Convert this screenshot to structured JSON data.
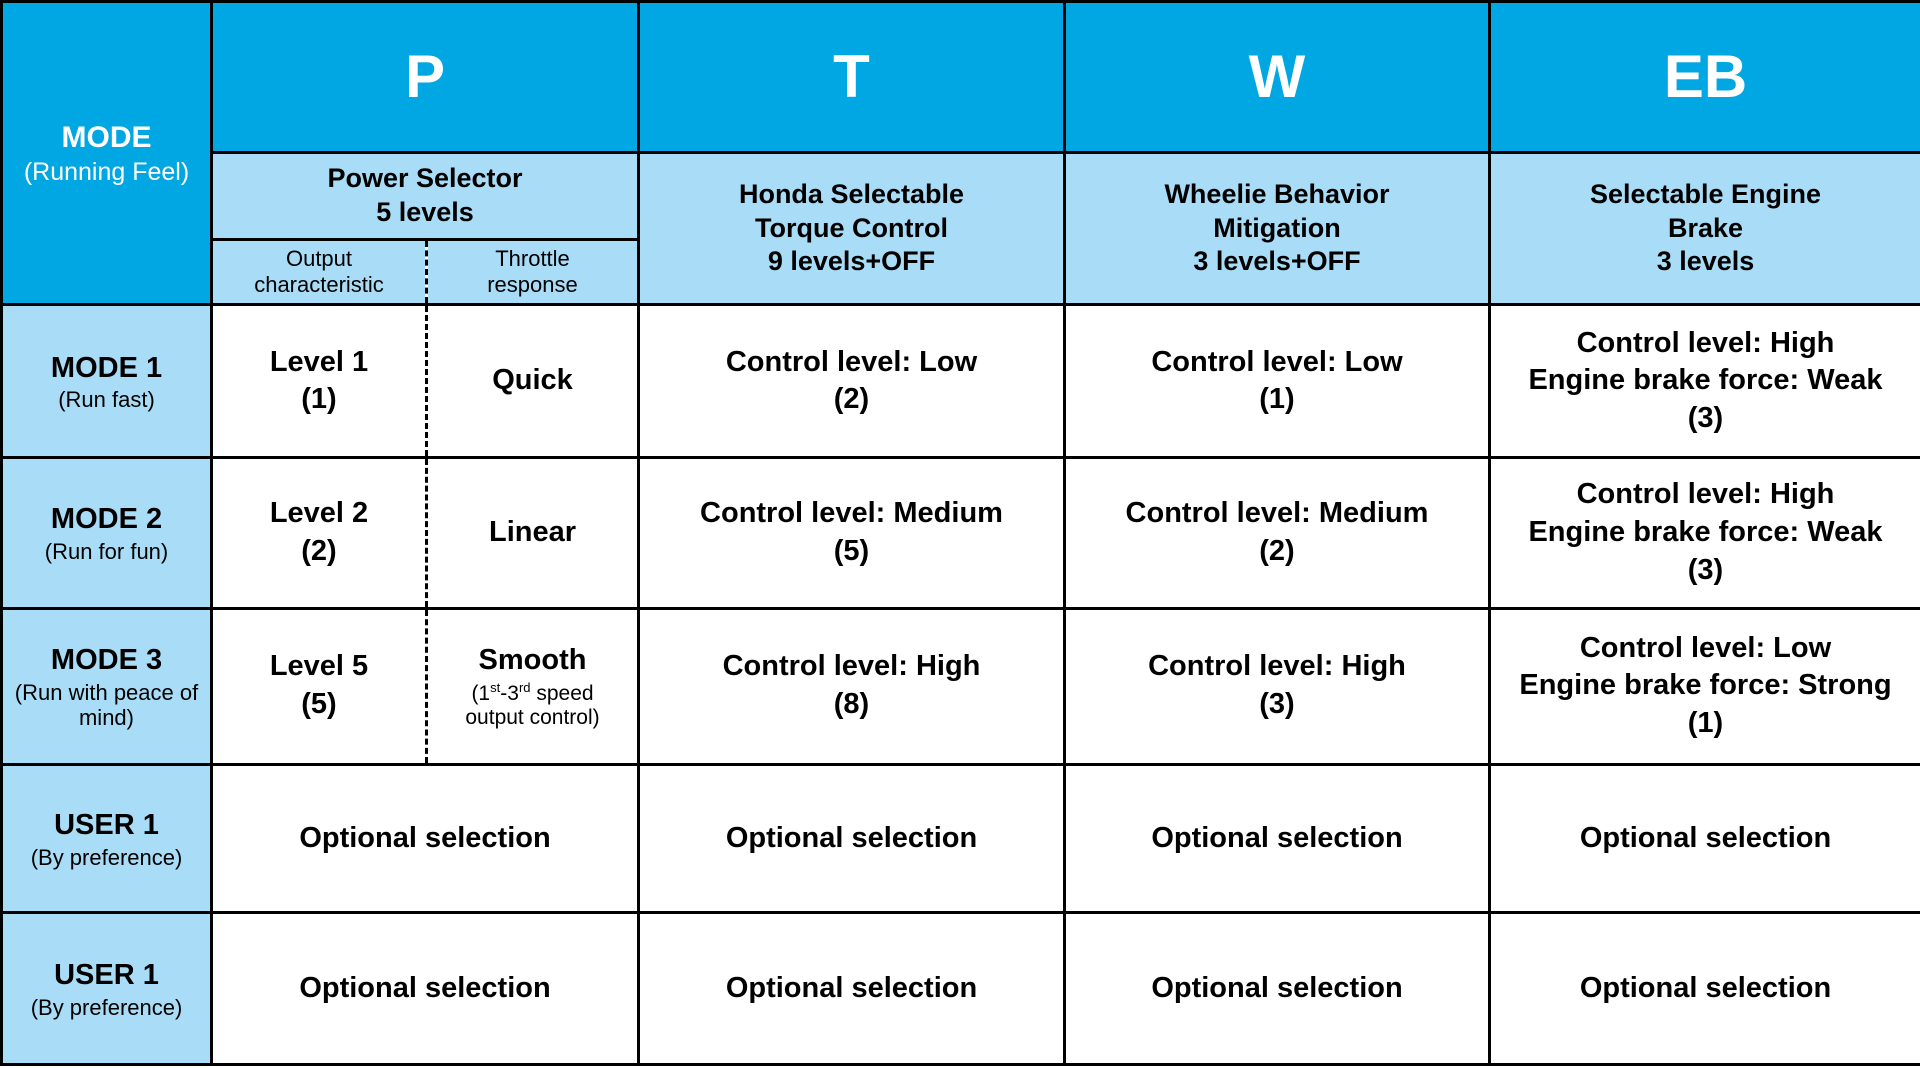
{
  "colors": {
    "header_blue": "#00A7E2",
    "light_blue": "#A9DCF6",
    "border": "#000000",
    "header_text": "#FFFFFF",
    "body_text": "#000000"
  },
  "header": {
    "corner": {
      "title": "MODE",
      "subtitle": "(Running Feel)"
    },
    "p": {
      "letter": "P",
      "group_line1": "Power Selector",
      "group_line2": "5 levels",
      "sub_output_line1": "Output",
      "sub_output_line2": "characteristic",
      "sub_throttle_line1": "Throttle",
      "sub_throttle_line2": "response"
    },
    "t": {
      "letter": "T",
      "group_line1": "Honda Selectable",
      "group_line2": "Torque Control",
      "group_line3": "9 levels+OFF"
    },
    "w": {
      "letter": "W",
      "group_line1": "Wheelie Behavior",
      "group_line2": "Mitigation",
      "group_line3": "3 levels+OFF"
    },
    "eb": {
      "letter": "EB",
      "group_line1": "Selectable Engine",
      "group_line2": "Brake",
      "group_line3": "3 levels"
    }
  },
  "mode_rows": [
    {
      "label_title": "MODE 1",
      "label_subtitle": "(Run fast)",
      "p_output_line1": "Level 1",
      "p_output_line2": "(1)",
      "p_throttle": "Quick",
      "t_line1": "Control level: Low",
      "t_line2": "(2)",
      "w_line1": "Control level: Low",
      "w_line2": "(1)",
      "eb_line1": "Control level: High",
      "eb_line2": "Engine brake force: Weak",
      "eb_line3": "(3)"
    },
    {
      "label_title": "MODE 2",
      "label_subtitle": "(Run for fun)",
      "p_output_line1": "Level 2",
      "p_output_line2": "(2)",
      "p_throttle": "Linear",
      "t_line1": "Control level: Medium",
      "t_line2": "(5)",
      "w_line1": "Control level: Medium",
      "w_line2": "(2)",
      "eb_line1": "Control level: High",
      "eb_line2": "Engine brake force: Weak",
      "eb_line3": "(3)"
    },
    {
      "label_title": "MODE 3",
      "label_subtitle": "(Run with peace of mind)",
      "p_output_line1": "Level 5",
      "p_output_line2": "(5)",
      "p_throttle": "Smooth",
      "p_throttle_note": {
        "pre": "(1",
        "sup1": "st",
        "mid": "-3",
        "sup2": "rd",
        "post": " speed",
        "line2": "output control)"
      },
      "t_line1": "Control level: High",
      "t_line2": "(8)",
      "w_line1": "Control level: High",
      "w_line2": "(3)",
      "eb_line1": "Control level: Low",
      "eb_line2": "Engine brake force: Strong",
      "eb_line3": "(1)"
    }
  ],
  "user_rows": [
    {
      "label_title": "USER 1",
      "label_subtitle": "(By preference)",
      "p": "Optional selection",
      "t": "Optional selection",
      "w": "Optional selection",
      "eb": "Optional selection"
    },
    {
      "label_title": "USER 1",
      "label_subtitle": "(By preference)",
      "p": "Optional selection",
      "t": "Optional selection",
      "w": "Optional selection",
      "eb": "Optional selection"
    }
  ],
  "chart_data": {
    "type": "table",
    "title": "MODE (Running Feel) settings matrix",
    "columns": [
      "MODE (Running Feel)",
      "P — Power Selector 5 levels — Output characteristic",
      "P — Power Selector 5 levels — Throttle response",
      "T — Honda Selectable Torque Control 9 levels+OFF",
      "W — Wheelie Behavior Mitigation 3 levels+OFF",
      "EB — Selectable Engine Brake 3 levels"
    ],
    "rows": [
      [
        "MODE 1 (Run fast)",
        "Level 1 (1)",
        "Quick",
        "Control level: Low (2)",
        "Control level: Low (1)",
        "Control level: High / Engine brake force: Weak (3)"
      ],
      [
        "MODE 2 (Run for fun)",
        "Level 2 (2)",
        "Linear",
        "Control level: Medium (5)",
        "Control level: Medium (2)",
        "Control level: High / Engine brake force: Weak (3)"
      ],
      [
        "MODE 3 (Run with peace of mind)",
        "Level 5 (5)",
        "Smooth (1st-3rd speed output control)",
        "Control level: High (8)",
        "Control level: High (3)",
        "Control level: Low / Engine brake force: Strong (1)"
      ],
      [
        "USER 1 (By preference)",
        "Optional selection",
        "Optional selection",
        "Optional selection",
        "Optional selection",
        "Optional selection"
      ],
      [
        "USER 1 (By preference)",
        "Optional selection",
        "Optional selection",
        "Optional selection",
        "Optional selection",
        "Optional selection"
      ]
    ],
    "layout": {
      "header_rows": 3,
      "grid": true,
      "legend_position": "none"
    }
  }
}
